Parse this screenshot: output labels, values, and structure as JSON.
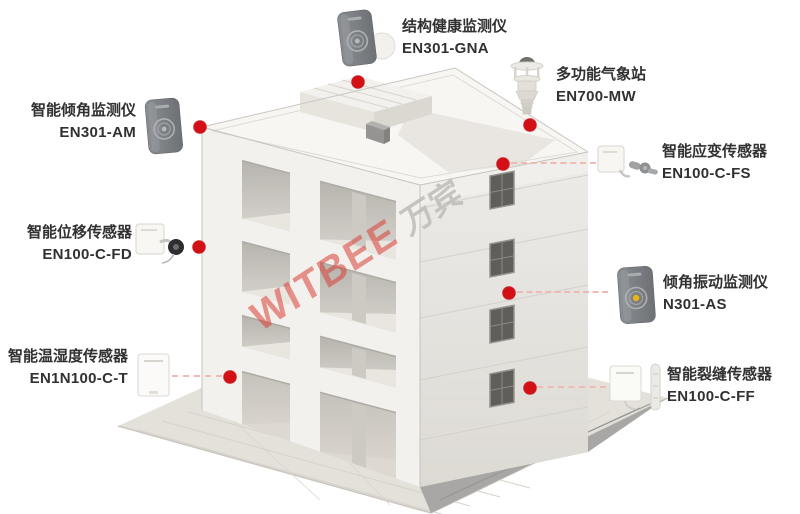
{
  "watermark": {
    "text_en": "WITBEE",
    "text_cn": "万宾"
  },
  "sensors": [
    {
      "name": "结构健康监测仪",
      "model": "EN301-GNA"
    },
    {
      "name": "多功能气象站",
      "model": "EN700-MW"
    },
    {
      "name": "智能倾角监测仪",
      "model": "EN301-AM"
    },
    {
      "name": "智能应变传感器",
      "model": "EN100-C-FS"
    },
    {
      "name": "智能位移传感器",
      "model": "EN100-C-FD"
    },
    {
      "name": "倾角振动监测仪",
      "model": "N301-AS"
    },
    {
      "name": "智能温湿度传感器",
      "model": "EN1N100-C-T"
    },
    {
      "name": "智能裂缝传感器",
      "model": "EN100-C-FF"
    }
  ],
  "colors": {
    "marker": "#d21015",
    "connector": "#f0b9b3",
    "watermark_red": "#d83e37",
    "watermark_grey": "#bcb9b4",
    "label_text": "#313131"
  }
}
